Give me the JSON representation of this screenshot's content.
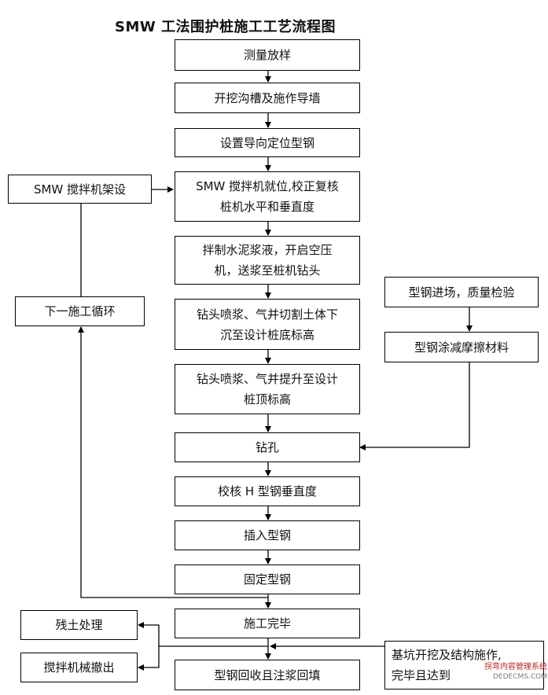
{
  "title": "SMW 工法围护桩施工工艺流程图",
  "nodes": {
    "measure": "测量放样",
    "trench": "开挖沟槽及施作导墙",
    "guide_steel": "设置导向定位型钢",
    "position": "SMW 搅拌机就位,校正复核\n桩机水平和垂直度",
    "mix": "拌制水泥浆液，开启空压\n机，送浆至桩机钻头",
    "sink": "钻头喷浆、气并切割土体下\n沉至设计桩底标高",
    "lift": "钻头喷浆、气并提升至设计\n桩顶标高",
    "drill": "钻孔",
    "verify_h": "校核 H 型钢垂直度",
    "insert": "插入型钢",
    "fix": "固定型钢",
    "complete": "施工完毕",
    "recover": "型钢回收且注浆回填",
    "mixer_setup": "SMW 搅拌机架设",
    "next_cycle": "下一施工循环",
    "steel_arrival": "型钢进场，质量检验",
    "coating": "型钢涂减摩擦材料",
    "residual_soil": "残土处理",
    "mixer_removal": "搅拌机械撤出",
    "excavation": "基坑开挖及结构施作,\n完毕且达到"
  },
  "watermark": {
    "line1": "拐弯内容管理系统",
    "line2": "DEDECMS.COM"
  }
}
